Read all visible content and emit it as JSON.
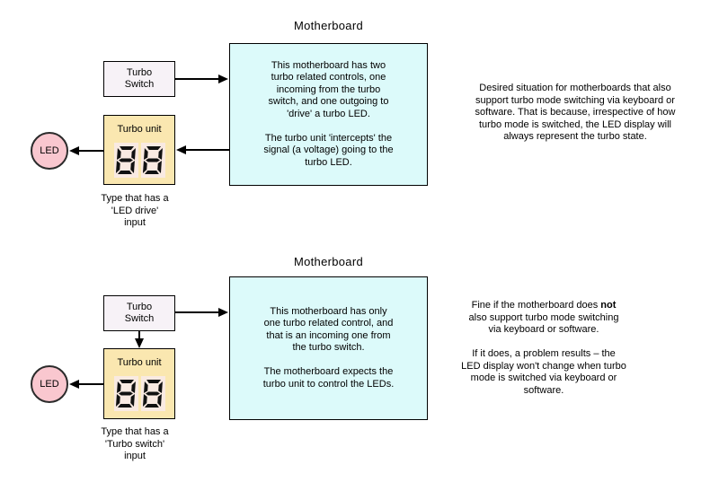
{
  "top": {
    "title": "Motherboard",
    "switch_lines": [
      "Turbo",
      "Switch"
    ],
    "unit_label": "Turbo unit",
    "display_value": "88",
    "led_label": "LED",
    "board_text": [
      "This motherboard has two",
      "turbo related controls, one",
      "incoming from the turbo",
      "switch, and one outgoing to",
      "'drive' a turbo LED.",
      "",
      "The turbo unit 'intercepts' the",
      "signal (a voltage) going to the",
      "turbo LED."
    ],
    "caption": [
      "Type that has a",
      "'LED drive'",
      "input"
    ],
    "side_text": [
      "Desired situation for motherboards that also",
      "support turbo mode switching via keyboard or",
      "software. That is because, irrespective of how",
      "turbo mode is switched, the LED display will",
      "always represent the turbo state."
    ]
  },
  "bottom": {
    "title": "Motherboard",
    "switch_lines": [
      "Turbo",
      "Switch"
    ],
    "unit_label": "Turbo unit",
    "display_value": "88",
    "led_label": "LED",
    "board_text": [
      "This motherboard has only",
      "one turbo related control, and",
      "that is an incoming one from",
      "the turbo switch.",
      "",
      "The motherboard expects the",
      "turbo unit to control the LEDs."
    ],
    "caption": [
      "Type that has a",
      "'Turbo switch'",
      "input"
    ],
    "side_p1_prefix": "Fine if the motherboard does ",
    "side_p1_bold": "not",
    "side_p1_rest": [
      "also support turbo mode switching",
      "via keyboard or software."
    ],
    "side_p2": [
      "If it does, a problem results – the",
      "LED display won't change when turbo",
      "mode is switched via keyboard or",
      "software."
    ]
  },
  "colors": {
    "motherboard_fill": "#dcfafa",
    "turbo_switch_fill": "#f7f2f7",
    "turbo_unit_fill": "#fae7b0",
    "led_fill": "#f9c7cf",
    "display_cell_fill": "#f9eae2",
    "segment_color": "#111111",
    "line_color": "#000000",
    "background": "#ffffff"
  }
}
